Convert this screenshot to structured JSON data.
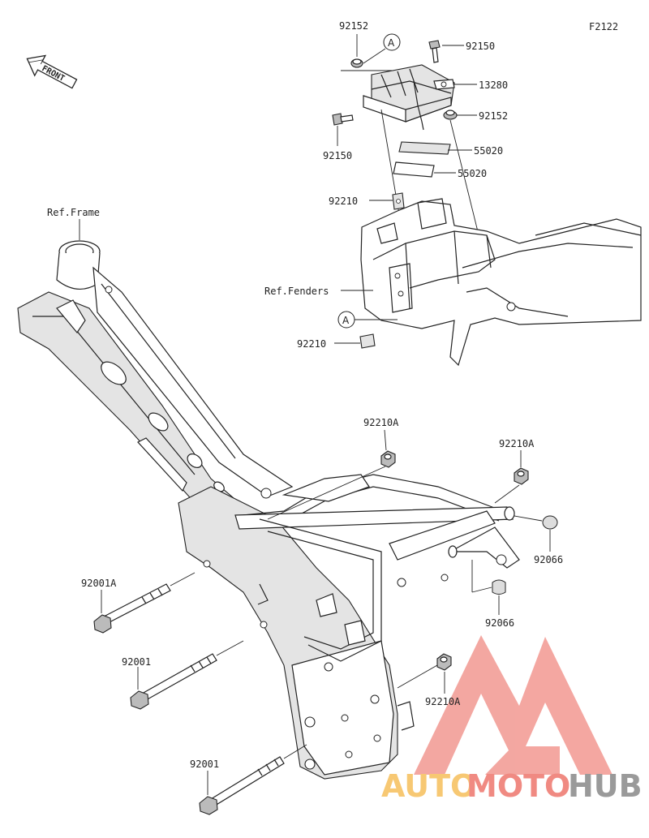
{
  "diagram_code": "F2122",
  "front_label": "FRONT",
  "callout_letter": "A",
  "labels": {
    "ref_frame": "Ref.Frame",
    "ref_fenders": "Ref.Fenders",
    "p92152_top": "92152",
    "p92150_top": "92150",
    "p13280": "13280",
    "p92152_mid": "92152",
    "p92150_left": "92150",
    "p55020_a": "55020",
    "p55020_b": "55020",
    "p92210_top": "92210",
    "p92210_bottom": "92210",
    "p92210A_1": "92210A",
    "p92210A_2": "92210A",
    "p92066_1": "92066",
    "p92066_2": "92066",
    "p92001A": "92001A",
    "p92001_1": "92001",
    "p92001_2": "92001",
    "p92210A_3": "92210A"
  },
  "watermark": {
    "part1": "AUTO",
    "part2": "MOTO",
    "part3": "HUB",
    "color1": "#f7c873",
    "color2": "#f08a82",
    "color3": "#9a9a9a",
    "logo_color": "#f08a82"
  }
}
